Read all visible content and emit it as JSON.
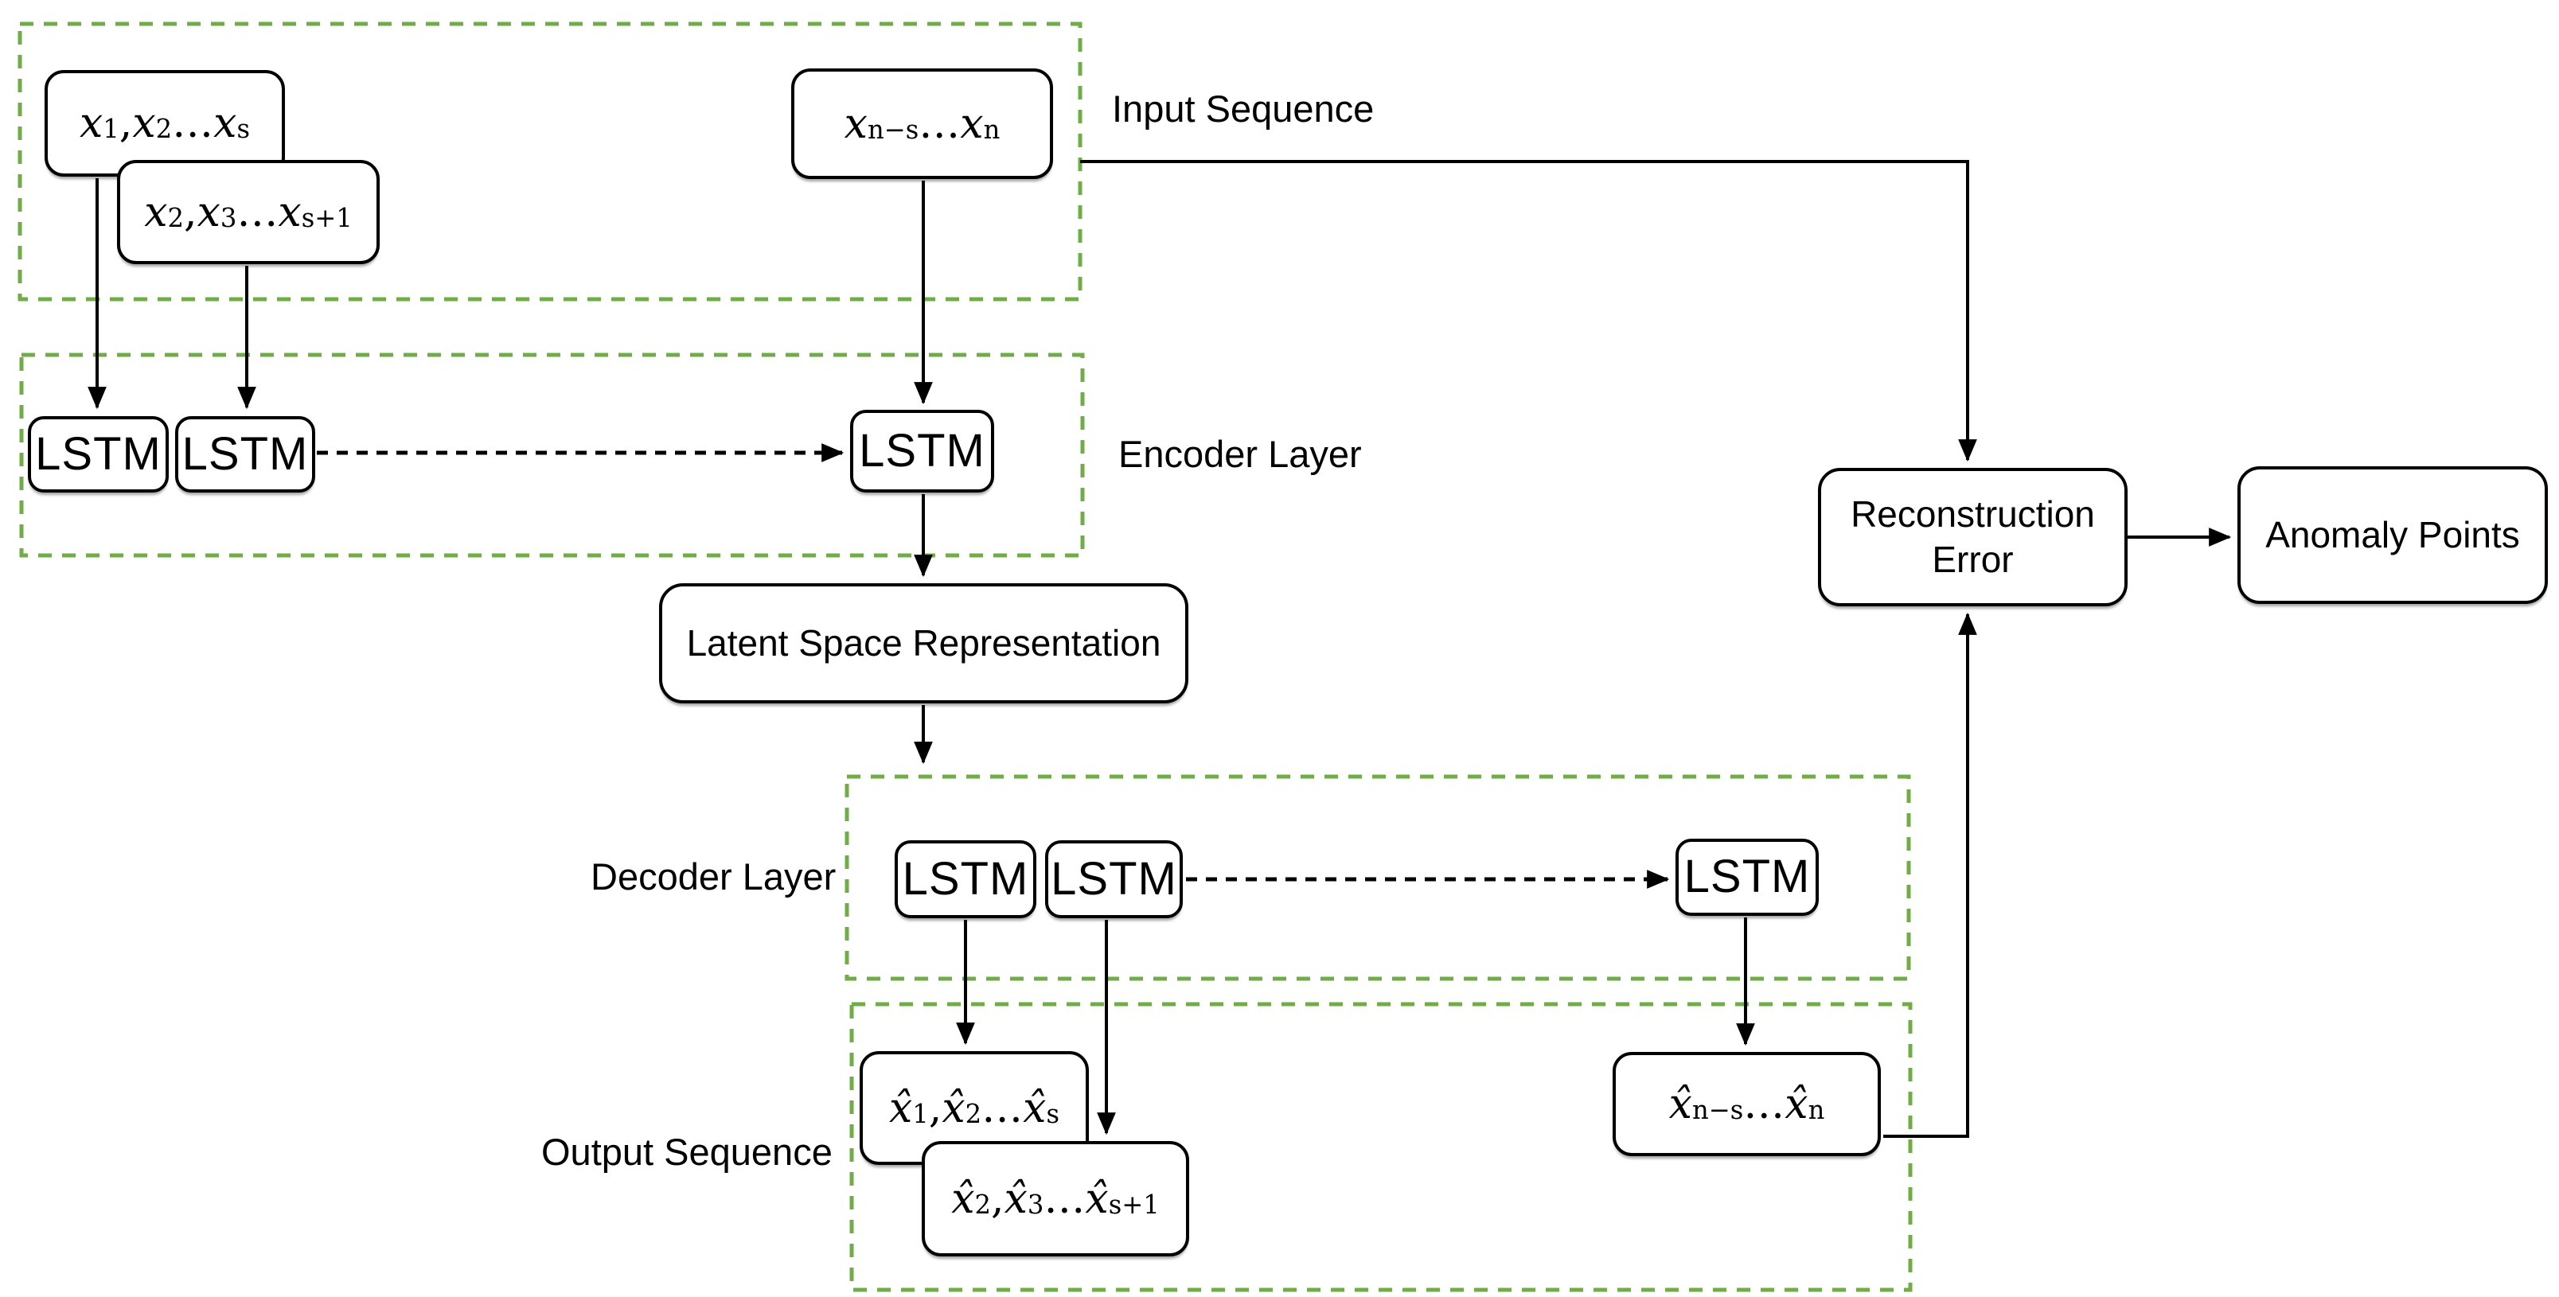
{
  "diagram_title": "LSTM encoder-decoder anomaly detection architecture",
  "colors": {
    "group_border": "#70AD47",
    "connector": "#000000",
    "node_border": "#000000",
    "node_fill": "#FFFFFF",
    "background": "#FFFFFF"
  },
  "groups": {
    "input": {
      "label": "Input Sequence"
    },
    "encoder": {
      "label": "Encoder Layer"
    },
    "decoder": {
      "label": "Decoder Layer"
    },
    "output": {
      "label": "Output Sequence"
    }
  },
  "nodes": {
    "lstm_label": "LSTM",
    "input_window_1_html": "<i>x</i><sub>1</sub>, <i>x</i><sub>2</sub>… <i>x</i><sub>s</sub>",
    "input_window_2_html": "<i>x</i><sub>2</sub>, <i>x</i><sub>3</sub>… <i>x</i><sub>s+1</sub>",
    "input_window_n_html": "<i>x</i><sub>n−s</sub>… <i>x</i><sub>n</sub>",
    "latent_label": "Latent Space Representation",
    "output_window_1_html": "<i>x̂</i><sub>1</sub>, <i>x̂</i><sub>2</sub>… <i>x̂</i><sub>s</sub>",
    "output_window_2_html": "<i>x̂</i><sub>2</sub>, <i>x̂</i><sub>3</sub>…<i>x̂</i><sub>s+1</sub>",
    "output_window_n_html": "<i>x̂</i><sub>n−s</sub> … <i>x̂</i><sub>n</sub>",
    "reconstruction_error_label": "Reconstruction\nError",
    "anomaly_points_label": "Anomaly Points"
  }
}
